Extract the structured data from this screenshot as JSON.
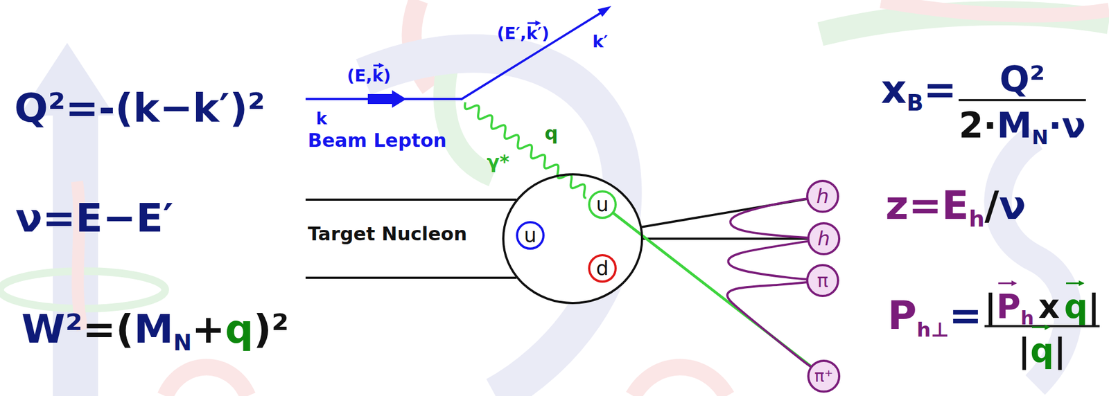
{
  "diagram": {
    "nodes": [
      {
        "text": [
          "Target Nucleon"
        ]
      },
      {
        "text": [
          "u"
        ],
        "in": 0
      },
      {
        "text": [
          "u"
        ],
        "in": 0
      },
      {
        "text": [
          "d"
        ],
        "in": 0
      },
      {
        "text": [
          "h"
        ]
      },
      {
        "text": [
          "h"
        ]
      },
      {
        "text": [
          "π"
        ]
      },
      {
        "text": [
          "π⁺"
        ]
      }
    ],
    "edges": [
      {
        "from": 0,
        "to": 4,
        "arrow": "none"
      },
      {
        "from": 0,
        "to": 5,
        "arrow": "none"
      },
      {
        "from": 2,
        "to": 7,
        "arrow": "none"
      },
      {
        "from": 4,
        "to": 5,
        "arrow": "none"
      },
      {
        "from": 5,
        "to": 6,
        "arrow": "none"
      },
      {
        "from": 6,
        "to": 7,
        "arrow": "none"
      }
    ],
    "labels": [
      "Q²=-(k−k′)²",
      "ν=E−E′",
      "W²",
      "=(",
      "M",
      "N",
      "+",
      "q",
      ")²",
      "(E,",
      "k",
      ")",
      "k",
      "Beam Lepton",
      "(E′,",
      "k′",
      ")",
      "k′",
      "γ*",
      "q",
      "x",
      "B",
      "=",
      "Q²",
      "2·",
      "M",
      "N",
      "·ν",
      "z=E",
      "h",
      "/",
      "ν",
      "P",
      "h⊥",
      "=",
      "|",
      "P",
      "h",
      "x",
      "q",
      "|",
      "|",
      "q",
      "|"
    ]
  }
}
